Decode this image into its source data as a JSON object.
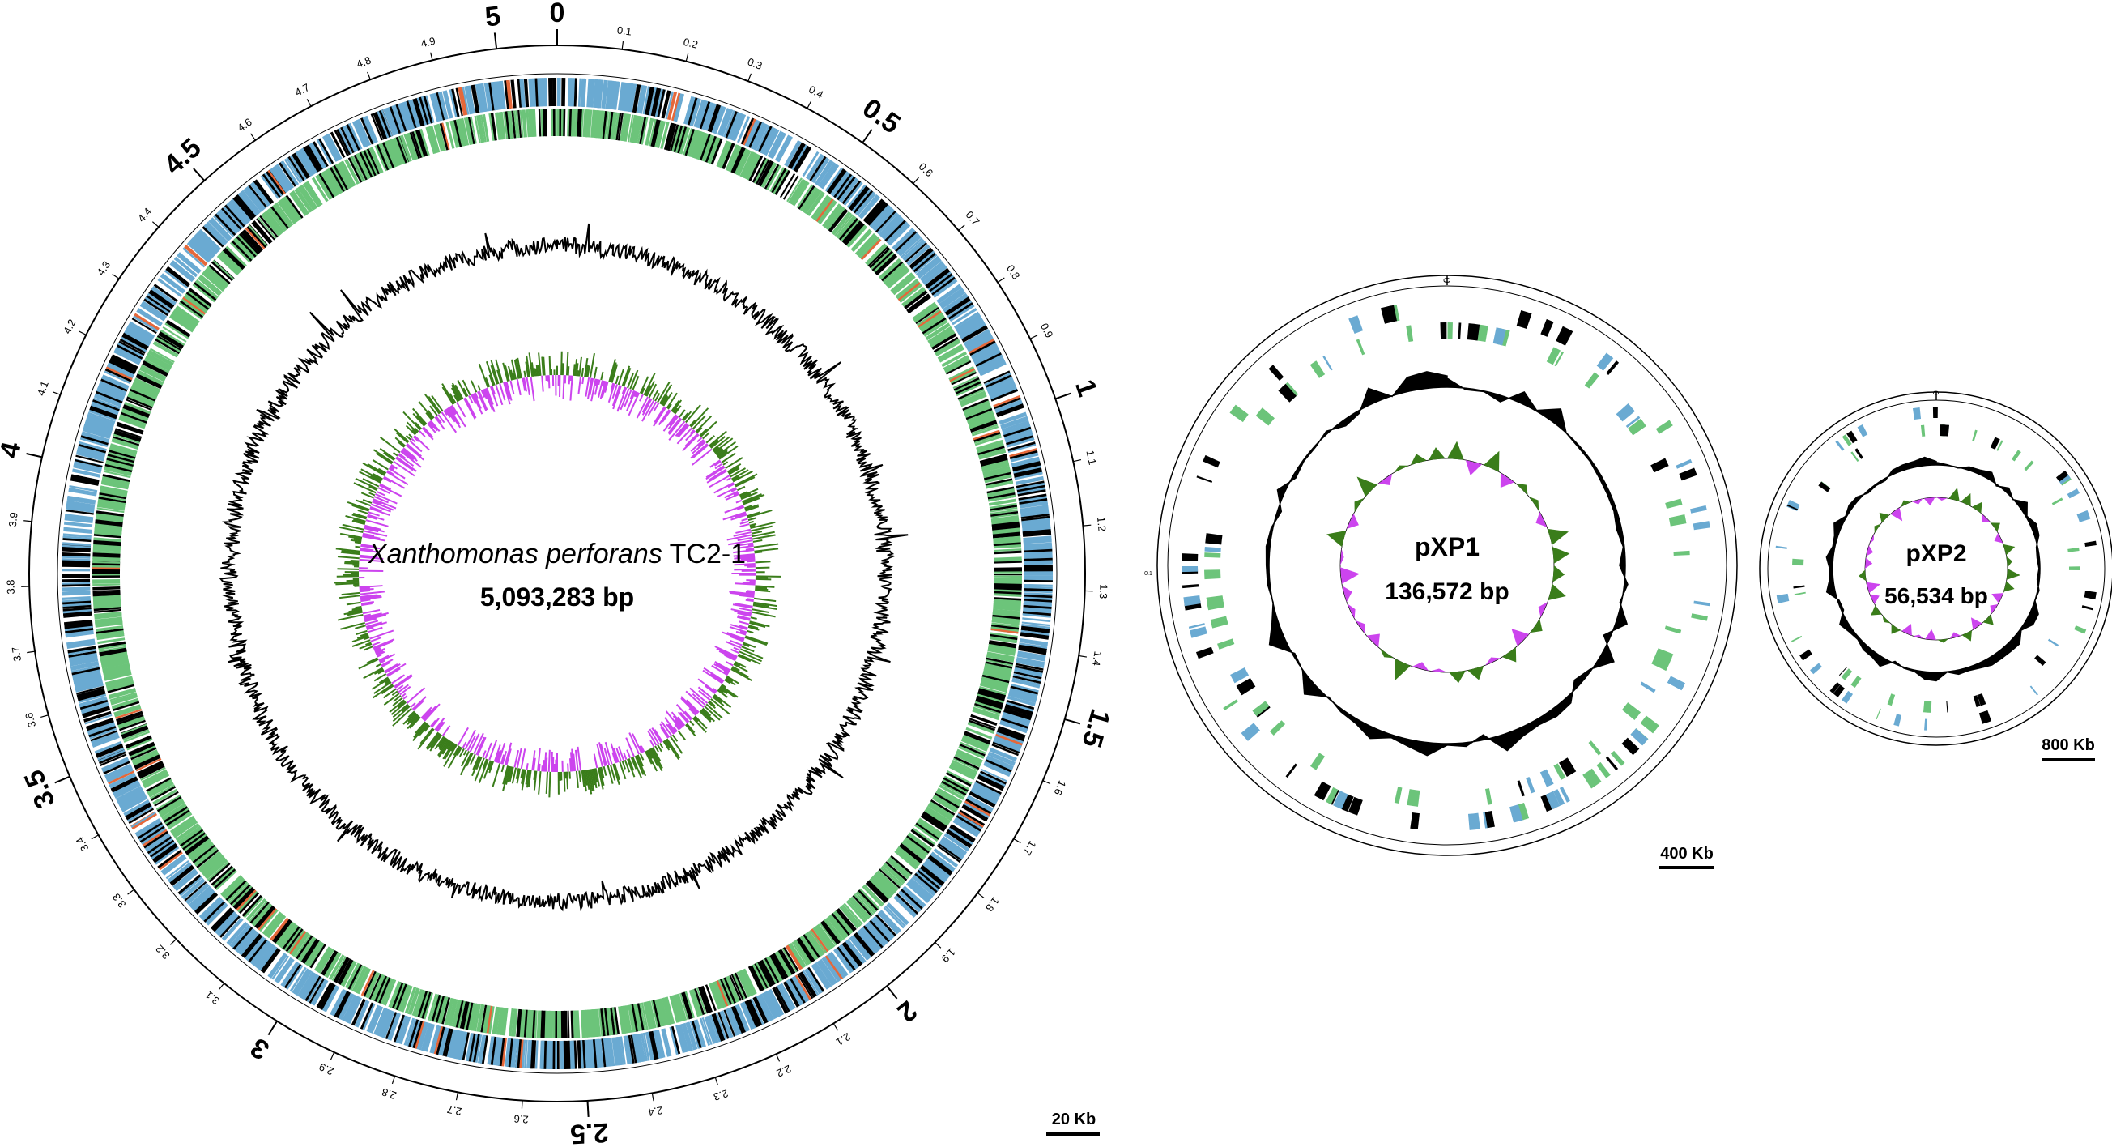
{
  "chromosome": {
    "name_italic": "Xanthomonas perforans",
    "name_suffix": " TC2-1",
    "size_label": "5,093,283 bp",
    "major_ticks": [
      "0",
      "0.5",
      "1",
      "1.5",
      "2",
      "2.5",
      "3",
      "3.5",
      "4",
      "4.5",
      "5"
    ],
    "minor_ticks": [
      "0.1",
      "0.2",
      "0.3",
      "0.4",
      "0.6",
      "0.7",
      "0.8",
      "0.9",
      "1.1",
      "1.2",
      "1.3",
      "1.4",
      "1.6",
      "1.7",
      "1.8",
      "1.9",
      "2.1",
      "2.2",
      "2.3",
      "2.4",
      "2.6",
      "2.7",
      "2.8",
      "2.9",
      "3.1",
      "3.2",
      "3.3",
      "3.4",
      "3.6",
      "3.7",
      "3.8",
      "3.9",
      "4.1",
      "4.2",
      "4.3",
      "4.4",
      "4.6",
      "4.7",
      "4.8",
      "4.9"
    ],
    "genome_length_mb": 5.093283,
    "scale_bar_label": "20 Kb"
  },
  "plasmid1": {
    "name": "pXP1",
    "size_label": "136,572 bp",
    "ticks": [
      "0",
      "0.1"
    ],
    "length_mb": 0.136572,
    "scale_bar_label": "400 Kb"
  },
  "plasmid2": {
    "name": "pXP2",
    "size_label": "56,534 bp",
    "ticks": [
      "0"
    ],
    "length_mb": 0.056534,
    "scale_bar_label": "800 Kb"
  },
  "colors": {
    "forward_cds": "#6aaad2",
    "reverse_cds": "#6cc47a",
    "black_feature": "#000000",
    "rna_feature": "#e5683a",
    "gc_skew_positive": "#3a7d1a",
    "gc_skew_negative": "#cc44ee",
    "gc_content": "#000000"
  }
}
